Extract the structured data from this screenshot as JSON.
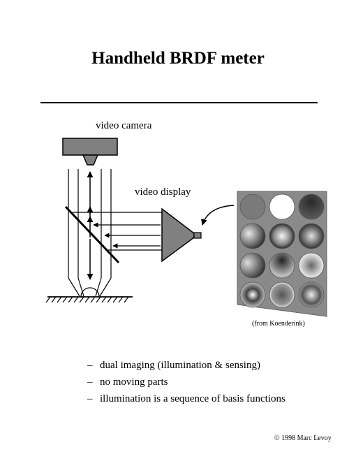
{
  "title": "Handheld BRDF meter",
  "diagram": {
    "camera_label": "video camera",
    "display_label": "video display",
    "image_credit": "(from Koenderink)",
    "sphere_grid": {
      "rows": 4,
      "cols": 3
    }
  },
  "bullets": [
    {
      "dash": "–",
      "text": "dual imaging (illumination & sensing)"
    },
    {
      "dash": "–",
      "text": "no moving parts"
    },
    {
      "dash": "–",
      "text": "illumination is a sequence of basis functions"
    }
  ],
  "copyright": "© 1998 Marc Levoy",
  "colors": {
    "camera_gray": "#808080",
    "panel_bg": "#8a8a8a"
  }
}
